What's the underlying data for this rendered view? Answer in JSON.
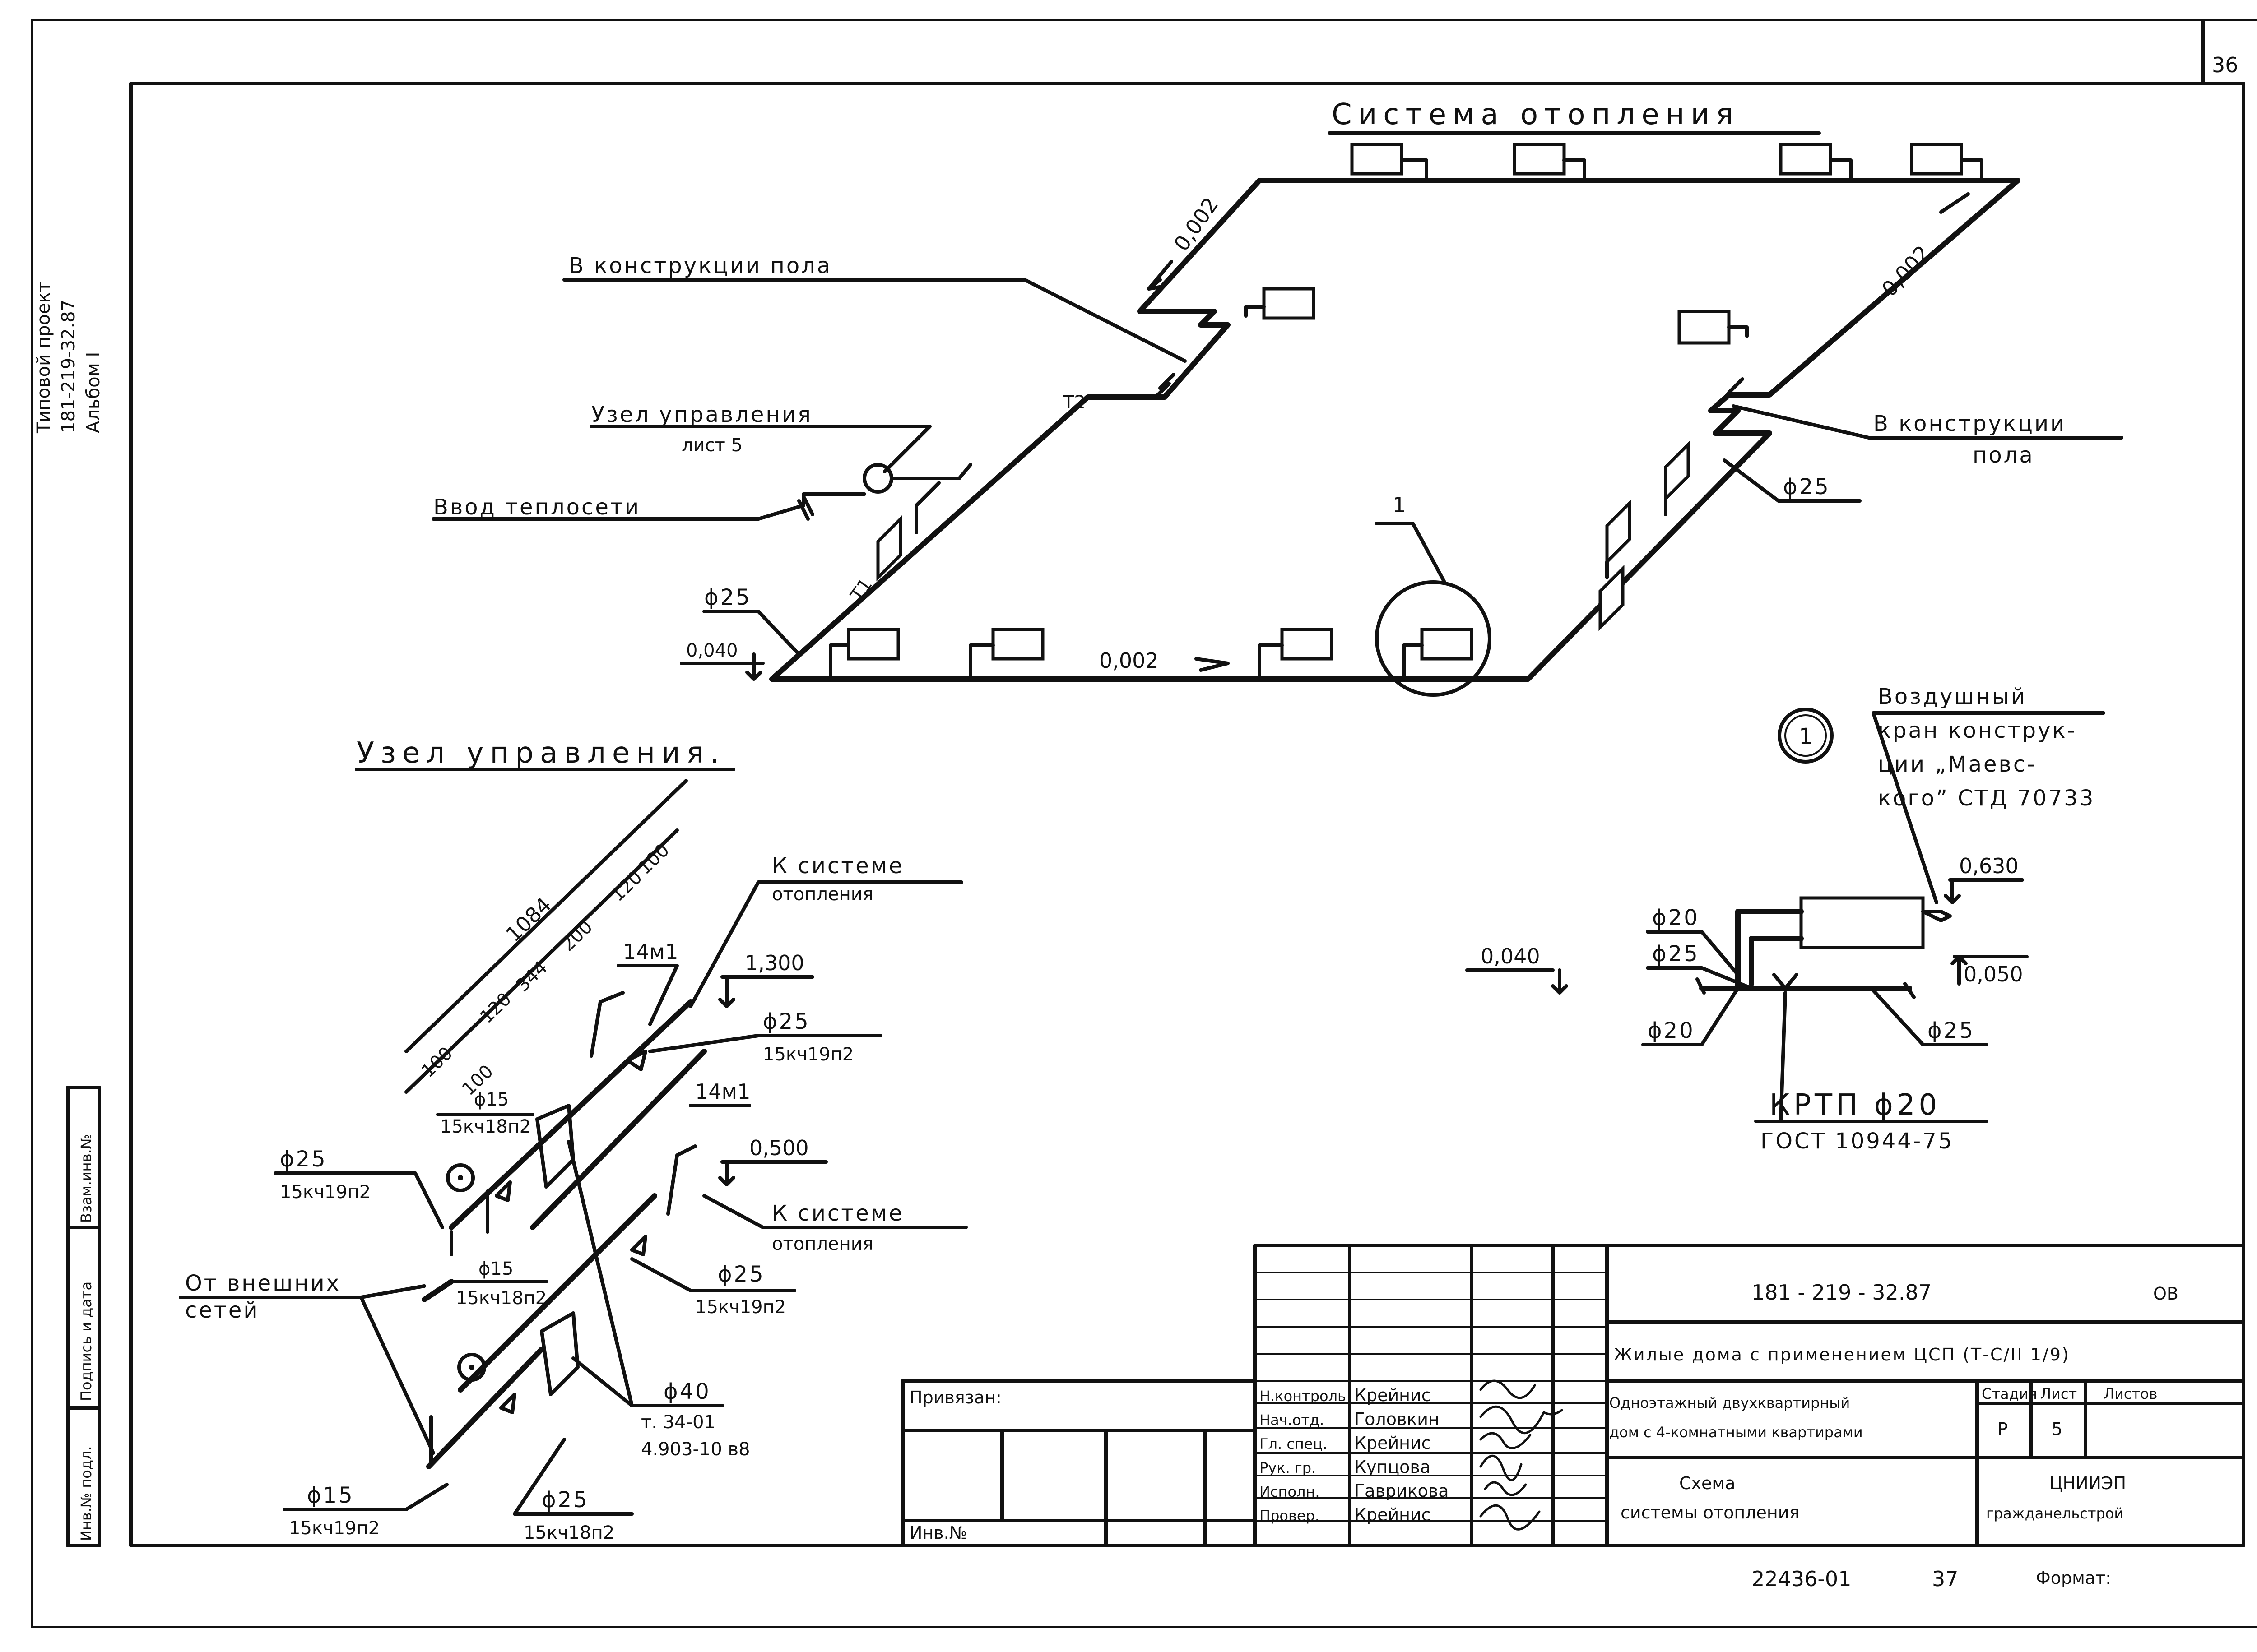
{
  "sheet_number": "36",
  "side_stamp": {
    "line1": "Типовой проект",
    "line2": "181-219-32.87",
    "line3": "Альбом I"
  },
  "left_strip": {
    "inv_no_podl": "Инв.№ подл.",
    "podpis_data": "Подпись и дата",
    "vzam_inv": "Взам.инв.№"
  },
  "heating_system": {
    "title": "Система отопления",
    "label_floor_left": "В конструкции пола",
    "label_floor_right_1": "В конструкции",
    "label_floor_right_2": "пола",
    "label_node_1": "Узел управления",
    "label_node_2": "лист 5",
    "label_input": "Ввод теплосети",
    "slope_left": "0,002",
    "slope_right": "0,002",
    "slope_bottom": "0,002",
    "pipe_t1": "Т1",
    "pipe_t2": "Т2",
    "dia_left": "ϕ25",
    "dia_right": "ϕ25",
    "mark_level": "0,040",
    "callout": "1"
  },
  "control_node": {
    "title": "Узел управления.",
    "dim_total": "1084",
    "dim_seq": [
      "100",
      "100",
      "120",
      "344",
      "200",
      "120",
      "100"
    ],
    "to_system_top_1": "К системе",
    "to_system_top_2": "отопления",
    "to_system_mid_1": "К системе",
    "to_system_mid_2": "отопления",
    "from_ext_1": "От внешних",
    "from_ext_2": "сетей",
    "gauge_1": "14м1",
    "gauge_2": "14м1",
    "level_1": "1,300",
    "level_2": "0,500",
    "dia_top_1": "ϕ25",
    "valve_top_1": "15кч19п2",
    "dia_top_2": "ϕ15",
    "valve_top_2": "15кч18п2",
    "dia_left": "ϕ25",
    "valve_left": "15кч19п2",
    "dia_mid": "ϕ15",
    "valve_mid": "15кч18п2",
    "dia_right_mid": "ϕ25",
    "valve_right_mid": "15кч19п2",
    "dia_40": "ϕ40",
    "t34_1": "т. 34-01",
    "t34_2": "4.903-10 в8",
    "dia_bot_left": "ϕ15",
    "valve_bot_left": "15кч19п2",
    "dia_bot_mid": "ϕ25",
    "valve_bot_mid": "15кч18п2"
  },
  "detail_1": {
    "marker": "1",
    "air_1": "Воздушный",
    "air_2": "кран конструк-",
    "air_3": "ции „Маевс-",
    "air_4": "кого” СТД 70733",
    "level_630": "0,630",
    "level_050": "0,050",
    "level_040": "0,040",
    "dia_20_top": "ϕ20",
    "dia_25_left": "ϕ25",
    "dia_20_bot": "ϕ20",
    "dia_25_right": "ϕ25",
    "krtp": "КРТП ϕ20",
    "gost": "ГОСТ 10944-75"
  },
  "title_block": {
    "privyazan": "Привязан:",
    "inv_no": "Инв.№",
    "doc_code": "181 - 219 - 32.87",
    "doc_mark": "ОВ",
    "project_name": "Жилые дома с применением ЦСП (Т-С/II 1/9)",
    "object_1": "Одноэтажный двухквартирный",
    "object_2": "дом с 4-комнатными квартирами",
    "sheet_title_1": "Схема",
    "sheet_title_2": "системы отопления",
    "stage_hdr": "Стадия",
    "list_hdr": "Лист",
    "lists_hdr": "Листов",
    "stage_val": "Р",
    "list_val": "5",
    "org_1": "ЦНИИЭП",
    "org_2": "гражданельстрой",
    "roles": [
      "Н.контроль",
      "Нач.отд.",
      "Гл. спец.",
      "Рук. гр.",
      "Исполн.",
      "Провер."
    ],
    "names": [
      "Крейнис",
      "Головкин",
      "Крейнис",
      "Купцова",
      "Гаврикова",
      "Крейнис"
    ],
    "archive_no": "22436-01",
    "archive_page": "37",
    "format_lbl": "Формат:"
  }
}
